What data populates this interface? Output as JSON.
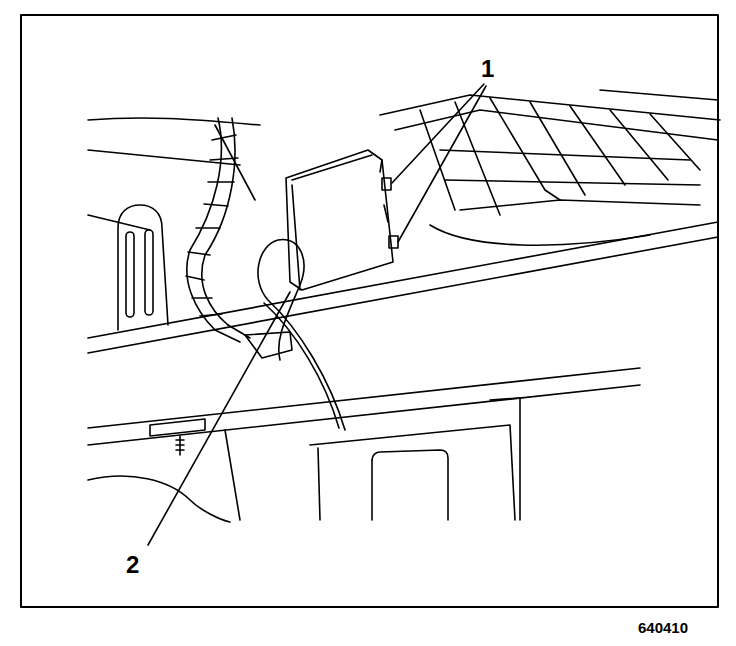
{
  "diagram": {
    "labels": [
      "1",
      "2",
      "640410"
    ]
  }
}
